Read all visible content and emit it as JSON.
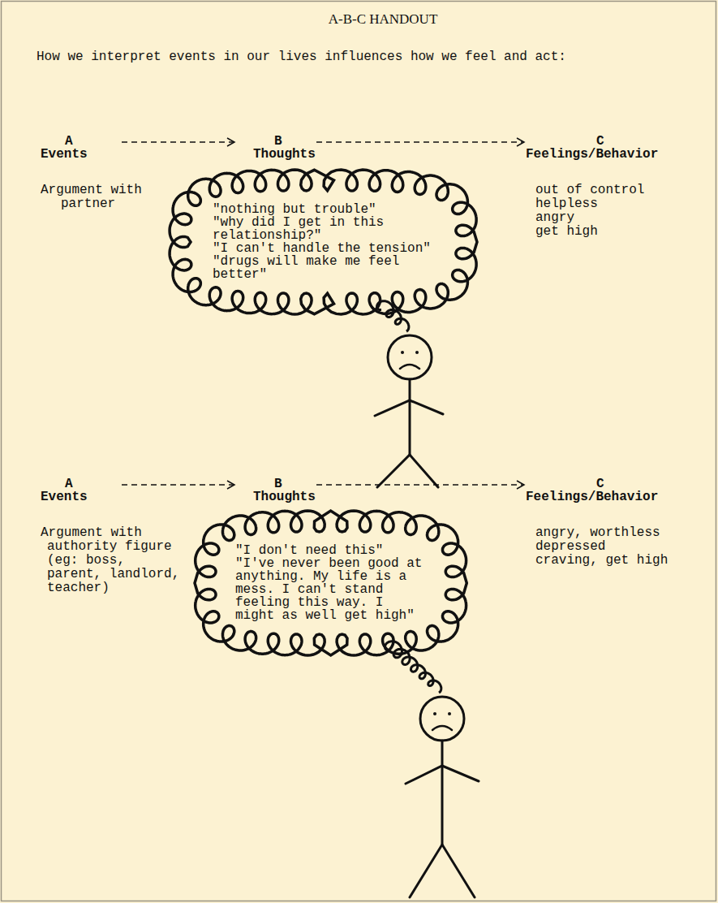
{
  "diagram": {
    "title": "A-B-C HANDOUT",
    "nodes": [
      {
        "text": [
          "\"nothing but trouble\"",
          "\"why did I get in this relationship?\"",
          "\"I can't handle the tension\"",
          "\"drugs will make me feel better\""
        ]
      },
      {
        "text": [
          "\"I don't need this\"",
          "\"I've never been good at anything. My life is a mess. I can't stand feeling this way. I might as well get high\""
        ]
      }
    ],
    "labels": [
      "How we interpret events in our lives influences how we feel and act:",
      "A",
      "Events",
      "B",
      "Thoughts",
      "C",
      "Feelings/Behavior",
      "Argument with partner",
      "out of control",
      "helpless",
      "angry",
      "get high",
      "A",
      "Events",
      "B",
      "Thoughts",
      "C",
      "Feelings/Behavior",
      "Argument with authority figure (eg: boss, parent, landlord, teacher)",
      "angry, worthless",
      "depressed",
      "craving, get high"
    ]
  }
}
